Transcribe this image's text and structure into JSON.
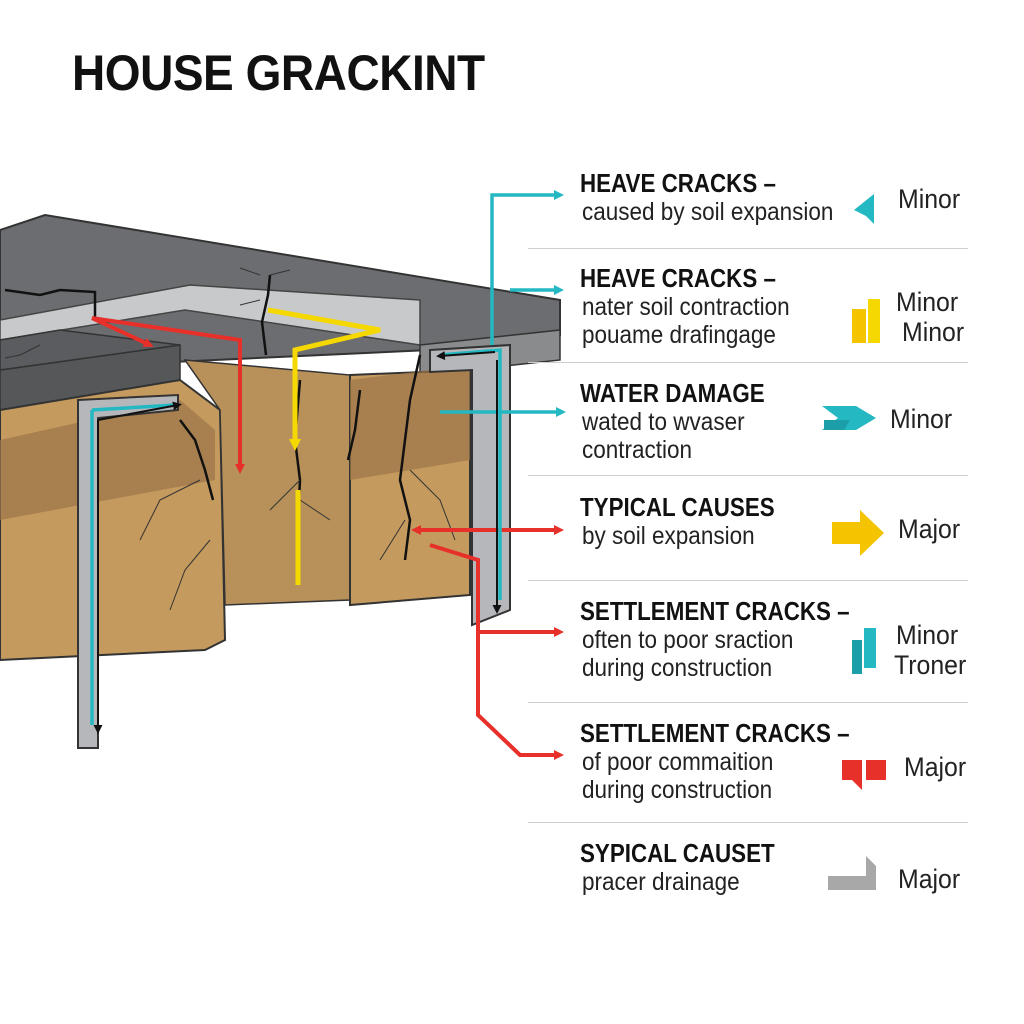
{
  "title": "HOUSE GRACKINT",
  "colors": {
    "red": "#e8302a",
    "yellow": "#f5d800",
    "teal": "#23b8c2",
    "gray": "#a8a8a8",
    "slab_top": "#6b6d70",
    "soil": "#c59a5e"
  },
  "legend": [
    {
      "title": "HEAVE CRACKS –",
      "lines": [
        "caused by soil expansion"
      ],
      "severity": [
        "Minor"
      ],
      "icon": "teal-pennant-icon"
    },
    {
      "title": "HEAVE CRACKS –",
      "lines": [
        "nater soil contraction",
        "pouame drafingage"
      ],
      "severity": [
        "Minor",
        "Minor"
      ],
      "icon": "yellow-bars-icon"
    },
    {
      "title": "WATER DAMAGE",
      "lines": [
        "wated to wvaser",
        "contraction"
      ],
      "severity": [
        "Minor"
      ],
      "icon": "teal-arrow-icon"
    },
    {
      "title": "TYPICAL CAUSES",
      "lines": [
        "by soil expansion"
      ],
      "severity": [
        "Major"
      ],
      "icon": "yellow-arrow-icon"
    },
    {
      "title": "SETTLEMENT CRACKS –",
      "lines": [
        "often to poor sraction",
        "during construction"
      ],
      "severity": [
        "Minor",
        "Troner"
      ],
      "icon": "teal-bars-icon"
    },
    {
      "title": "SETTLEMENT CRACKS –",
      "lines": [
        "of poor commaition",
        "during construction"
      ],
      "severity": [
        "Major"
      ],
      "icon": "red-flag-icon"
    },
    {
      "title": "SYPICAL CAUSET",
      "lines": [
        "pracer drainage"
      ],
      "severity": [
        "Major"
      ],
      "icon": "gray-step-icon"
    }
  ]
}
